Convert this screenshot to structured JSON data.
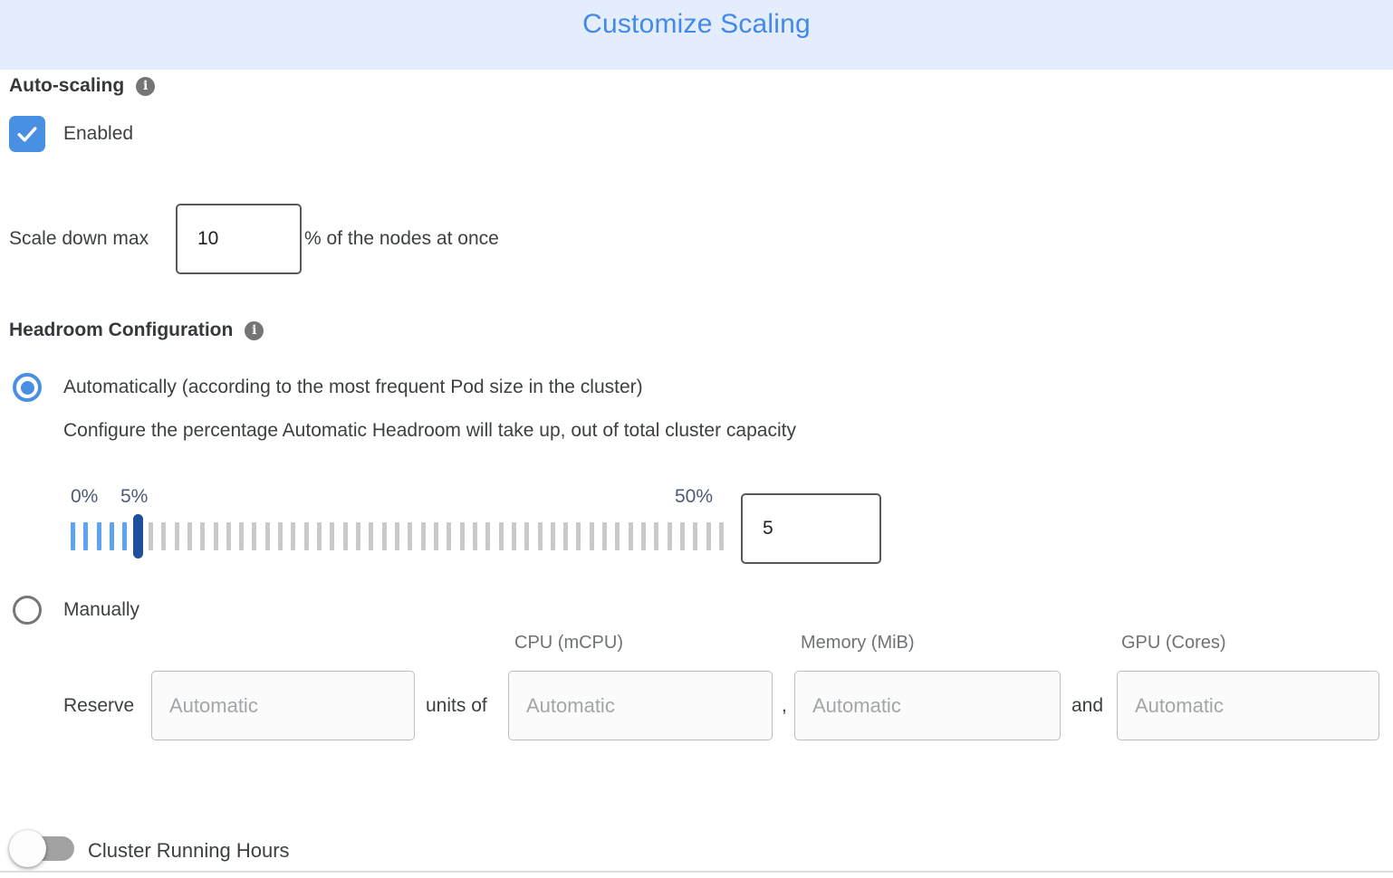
{
  "header": {
    "title": "Customize Scaling"
  },
  "autoscaling": {
    "section_label": "Auto-scaling",
    "checkbox_label": "Enabled",
    "checked": true
  },
  "scale_down": {
    "label": "Scale down max",
    "value": "10",
    "suffix": "% of the nodes at once"
  },
  "headroom": {
    "section_label": "Headroom Configuration",
    "automatic_option": {
      "label": "Automatically (according to the most frequent Pod size in the cluster)",
      "selected": true,
      "description": "Configure the percentage Automatic Headroom will take up, out of total cluster capacity"
    },
    "slider": {
      "min": 0,
      "max": 50,
      "current": 5,
      "min_label": "0%",
      "current_label": "5%",
      "max_label": "50%",
      "value": "5"
    },
    "manual_option": {
      "label": "Manually",
      "selected": false
    },
    "manual_columns": [
      "CPU (mCPU)",
      "Memory (MiB)",
      "GPU (Cores)"
    ],
    "reserve_row": {
      "label": "Reserve",
      "units_text": "units of",
      "separator_comma": ",",
      "separator_and": "and",
      "inputs_placeholder": "Automatic"
    }
  },
  "cluster_running_hours": {
    "label": "Cluster Running Hours",
    "enabled": false
  },
  "colors": {
    "header_bg": "#E4EDFB",
    "title_blue": "#4589E8",
    "accent_blue": "#4A90E2",
    "thumb_navy": "#1D4F9E",
    "tick_blue": "#5CA3F5",
    "tick_gray": "#C9C9C9",
    "toggle_off_gray": "#A2A2A2"
  }
}
